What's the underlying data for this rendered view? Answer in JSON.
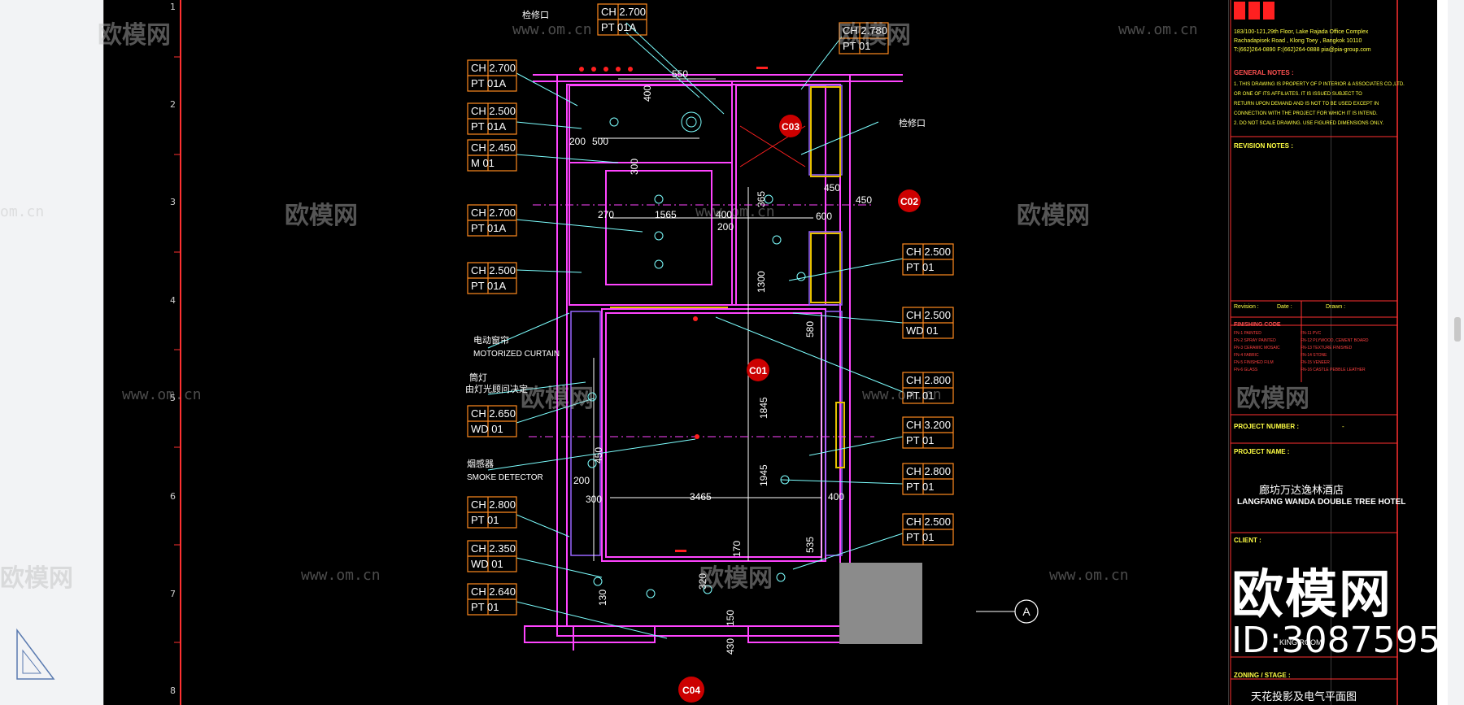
{
  "drawing": {
    "row_labels": [
      "1",
      "2",
      "3",
      "4",
      "5",
      "6",
      "7",
      "8"
    ],
    "section_markers": [
      "C01",
      "C02",
      "C03",
      "C04"
    ],
    "axis_marker": "A",
    "dimensions": [
      "550",
      "400",
      "200",
      "500",
      "300",
      "270",
      "1565",
      "400",
      "450",
      "600",
      "200",
      "580",
      "1845",
      "1945",
      "3465",
      "300",
      "200",
      "450",
      "535",
      "400",
      "150",
      "430",
      "320",
      "170",
      "130",
      "1300",
      "450",
      "365"
    ],
    "tags_left": [
      {
        "ch": "CH 2.700",
        "code": "PT 01A"
      },
      {
        "ch": "CH 2.500",
        "code": "PT 01A"
      },
      {
        "ch": "CH 2.450",
        "code": "M  01"
      },
      {
        "ch": "CH 2.700",
        "code": "PT 01A"
      },
      {
        "ch": "CH 2.500",
        "code": "PT 01A"
      },
      {
        "ch": "CH 2.650",
        "code": "WD 01"
      },
      {
        "ch": "CH 2.800",
        "code": "PT 01"
      },
      {
        "ch": "CH 2.350",
        "code": "WD 01"
      },
      {
        "ch": "CH 2.640",
        "code": "PT 01"
      }
    ],
    "tags_top": [
      {
        "ch": "CH 2.700",
        "code": "PT 01A"
      },
      {
        "ch": "CH 2.780",
        "code": "PT 01"
      }
    ],
    "tags_right": [
      {
        "ch": "CH 2.500",
        "code": "PT 01"
      },
      {
        "ch": "CH 2.500",
        "code": "WD 01"
      },
      {
        "ch": "CH 2.800",
        "code": "PT 01"
      },
      {
        "ch": "CH 3.200",
        "code": "PT 01"
      },
      {
        "ch": "CH 2.800",
        "code": "PT 01"
      },
      {
        "ch": "CH 2.500",
        "code": "PT 01"
      }
    ],
    "annotations": {
      "access_panel_1": "检修口",
      "access_panel_2": "检修口",
      "motorized_curtain_cn": "电动窗帘",
      "motorized_curtain_en": "MOTORIZED CURTAIN",
      "light_cn": "筒灯",
      "light_cn_2": "由灯光顾问决定",
      "smoke_cn": "烟感器",
      "smoke_en": "SMOKE DETECTOR"
    }
  },
  "title_block": {
    "address_1": "183/100-121,29th Floor, Lake Rajada Office Complex",
    "address_2": "Rachadapisek Road , Klong Toey , Bangkok 10110",
    "address_3": "T:(662)264-0890 F:(662)264-0888 pia@pia-group.com",
    "general_notes_title": "GENERAL NOTES :",
    "note_1": "1. THIS DRAWING IS PROPERTY OF P INTERIOR & ASSOCIATES CO.,LTD.",
    "note_1b": "OR ONE OF ITS AFFILIATES. IT IS ISSUED SUBJECT TO",
    "note_1c": "RETURN UPON DEMAND AND IS NOT TO BE USED EXCEPT IN",
    "note_1d": "CONNECTION WITH THE PROJECT FOR WHICH IT IS INTEND.",
    "note_2": "2. DO NOT SCALE DRAWING. USE FIGURED DIMENSIONS ONLY.",
    "revision_notes": "REVISION NOTES :",
    "revision": "Revision :",
    "date": "Date :",
    "drawn": "Drawn :",
    "finishing_code": "FINISHING CODE",
    "finish_rows": [
      [
        "FN-1 PAINTED",
        "FN-11 PVC"
      ],
      [
        "FN-2 SPRAY PAINTED",
        "FN-12 PLYWOOD, CEMENT BOARD"
      ],
      [
        "FN-3 CERAMIC MOSAIC",
        "FN-13 TEXTURE FINISHED"
      ],
      [
        "FN-4 FABRIC",
        "FN-14 STONE"
      ],
      [
        "FN-5 FINISHED FILM",
        "FN-15 VENEER"
      ],
      [
        "FN-6 GLASS",
        "FN-16 CASTLE PEBBLE LEATHER"
      ]
    ],
    "project_number": "PROJECT NUMBER :",
    "project_number_value": "-",
    "project_name": "PROJECT NAME :",
    "project_name_cn": "廊坊万达逸林酒店",
    "project_name_en": "LANGFANG WANDA DOUBLE TREE HOTEL",
    "client": "CLIENT :",
    "room_label": "KING ROOM",
    "zoning": "ZONING / STAGE :",
    "drawing_title_cn": "天花投影及电气平面图"
  },
  "watermark": {
    "brand": "欧模网",
    "url": "www.om.cn",
    "url_short": "om.cn",
    "id": "ID:3087595"
  },
  "colors": {
    "canvas": "#000000",
    "wall": "#ff44ff",
    "tag": "#ff8a1e",
    "leader": "#7dffff",
    "marker": "#ff2020",
    "titleblock_text": "#ffff44"
  }
}
